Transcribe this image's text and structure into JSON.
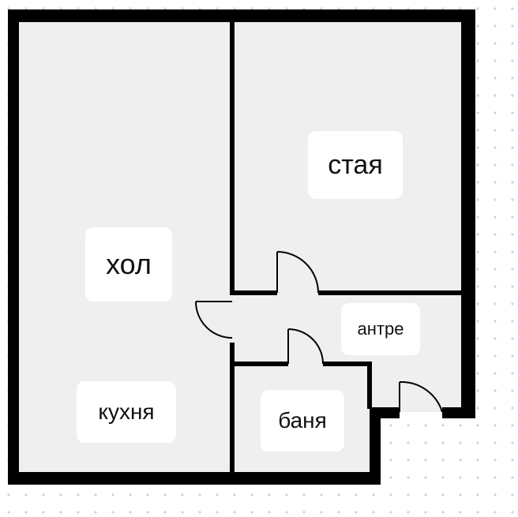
{
  "rooms": {
    "hol": "хол",
    "staya": "стая",
    "kuhnya": "кухня",
    "antre": "антре",
    "banya": "баня"
  },
  "colors": {
    "wall": "#000000",
    "floor": "#efefef",
    "label_bg": "#ffffff",
    "dots": "#c9d3e6"
  }
}
